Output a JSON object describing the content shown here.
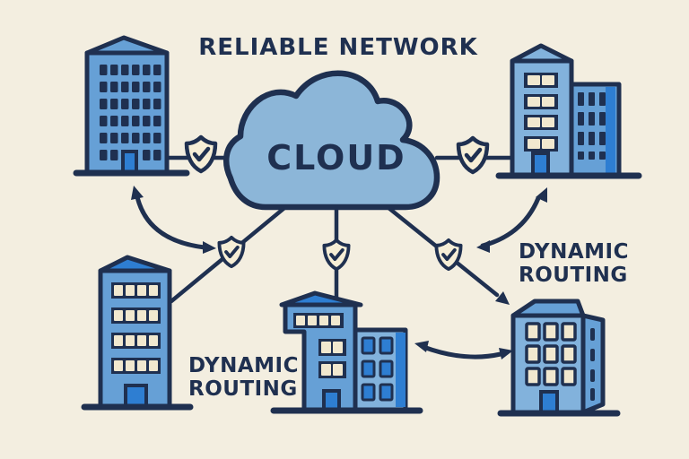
{
  "title": "RELIABLE NETWORK",
  "cloud": {
    "label": "CLOUD"
  },
  "annotations": {
    "dynamic_routing_left": {
      "line1": "DYNAMIC",
      "line2": "ROUTING"
    },
    "dynamic_routing_right": {
      "line1": "DYNAMIC",
      "line2": "ROUTING"
    }
  },
  "nodes": [
    {
      "id": "cloud",
      "type": "cloud",
      "label": "CLOUD"
    },
    {
      "id": "building-top-left",
      "type": "office-building"
    },
    {
      "id": "building-top-right",
      "type": "office-building-pair"
    },
    {
      "id": "building-bottom-left",
      "type": "office-building"
    },
    {
      "id": "building-bottom-middle",
      "type": "office-building-pair"
    },
    {
      "id": "building-bottom-right",
      "type": "office-building"
    }
  ],
  "edges": [
    {
      "from": "building-top-left",
      "to": "cloud",
      "style": "line",
      "shield_check": true
    },
    {
      "from": "cloud",
      "to": "building-top-right",
      "style": "line",
      "shield_check": true
    },
    {
      "from": "cloud",
      "to": "building-bottom-left",
      "style": "line",
      "shield_check": true
    },
    {
      "from": "cloud",
      "to": "building-bottom-middle",
      "style": "line",
      "shield_check": true
    },
    {
      "from": "cloud",
      "to": "building-bottom-right",
      "style": "arrow",
      "shield_check": true
    },
    {
      "from": "building-top-left",
      "to": "shield-bottom-left",
      "style": "curved-double-arrow"
    },
    {
      "from": "building-top-right",
      "to": "shield-bottom-right",
      "style": "curved-double-arrow"
    },
    {
      "from": "building-bottom-middle",
      "to": "building-bottom-right",
      "style": "curved-double-arrow"
    }
  ],
  "icons": {
    "shield": "shield-check-icon"
  },
  "colors": {
    "background": "#f3eee0",
    "outline": "#1f3050",
    "cloud_blue": "#8cb6d8",
    "building_blue": "#66a0d6",
    "building_blue_light": "#82b2dc",
    "accent_blue": "#2e7ed2",
    "window_cream": "#f1e8cf",
    "shield_cream": "#f6eed6"
  }
}
